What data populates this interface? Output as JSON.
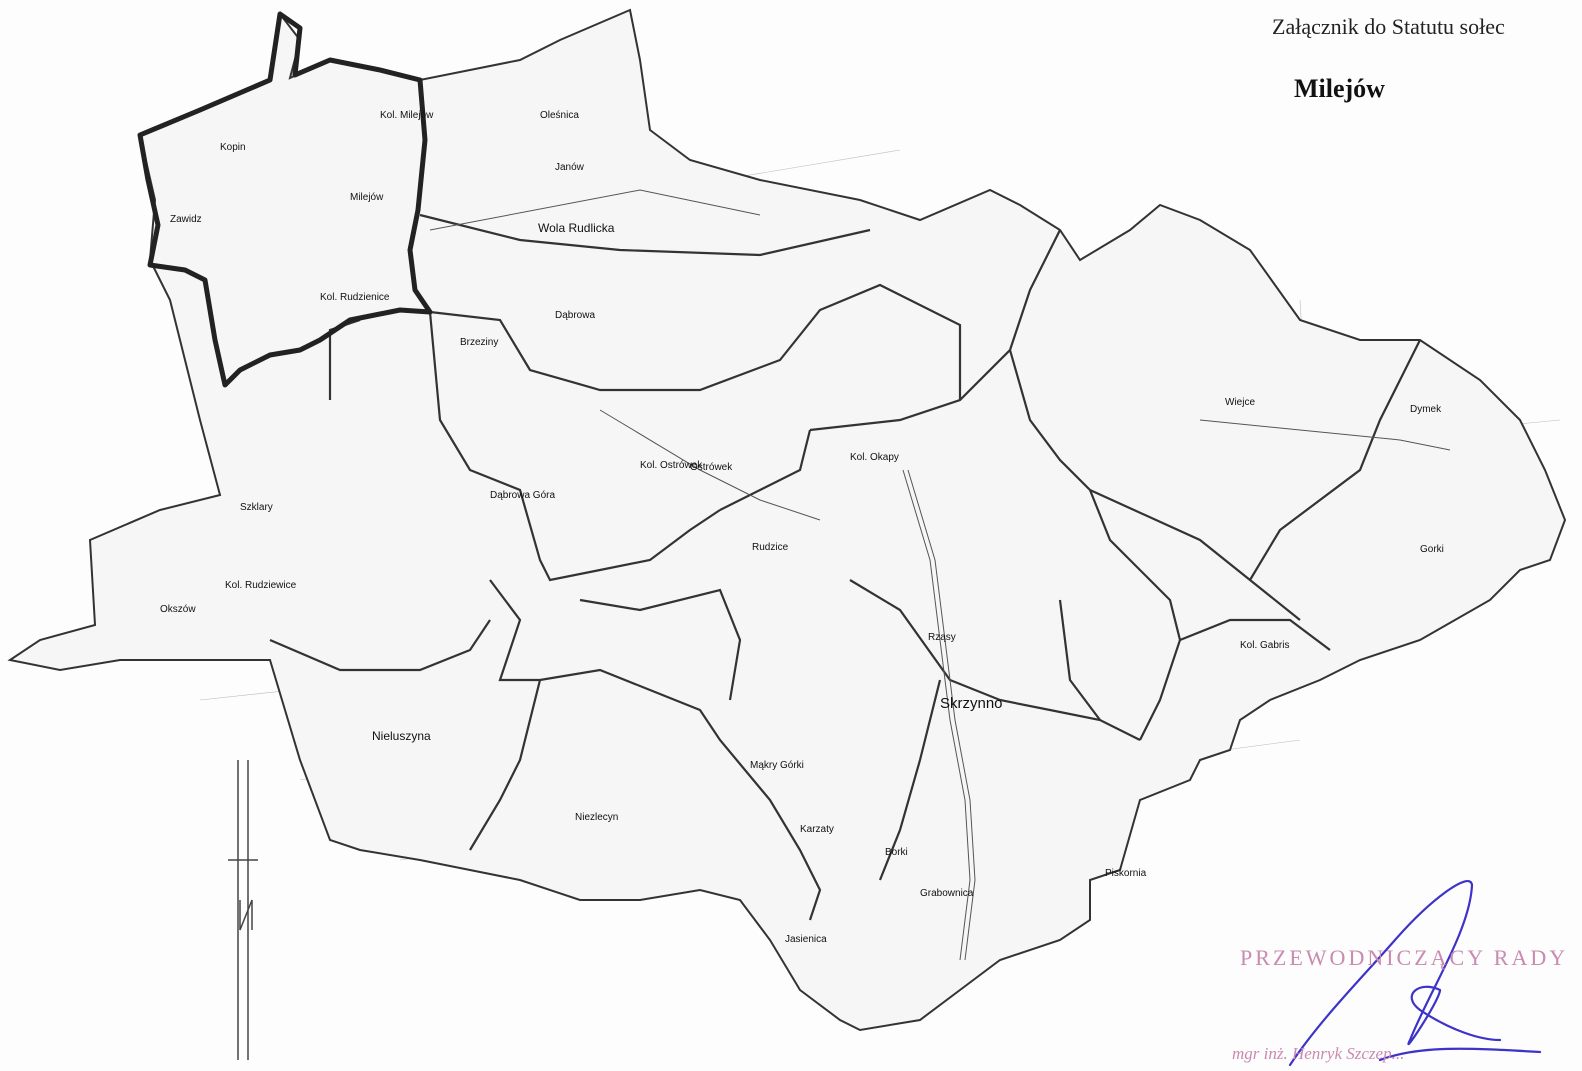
{
  "header": {
    "line1": "Załącznik do Statutu sołec",
    "line2": "Milejów"
  },
  "map": {
    "highlighted_area": "Milejów",
    "place_labels": [
      "Kol. Milejów",
      "Oleśnica",
      "Kopin",
      "Janów",
      "Milejów",
      "Zawidz",
      "Wola Rudlicka",
      "Kol. Rudzienice",
      "Brzeziny",
      "Dąbrowa",
      "Ostrówek",
      "Dąbrowa Góra",
      "Kol. Ostrówek",
      "Szklary",
      "Kol. Rudziewice",
      "Wiejce",
      "Dymek",
      "Rudzice",
      "Kol. Okapy",
      "Okszów",
      "Gorki",
      "Rząsy",
      "Nieluszyna",
      "Skrzynno",
      "Kol. Gabris",
      "Mąkry Górki",
      "Karzaty",
      "Niezlecyn",
      "Borki",
      "Piskornia",
      "Grabownica",
      "Jasienica"
    ]
  },
  "stamp": {
    "title": "PRZEWODNICZĄCY RADY",
    "name": "mgr inż. Henryk Szczep..."
  },
  "colors": {
    "boundary_bold": "#222222",
    "boundary": "#333333",
    "stamp_ink": "#c98bb0",
    "signature_ink": "#3d33c9"
  }
}
